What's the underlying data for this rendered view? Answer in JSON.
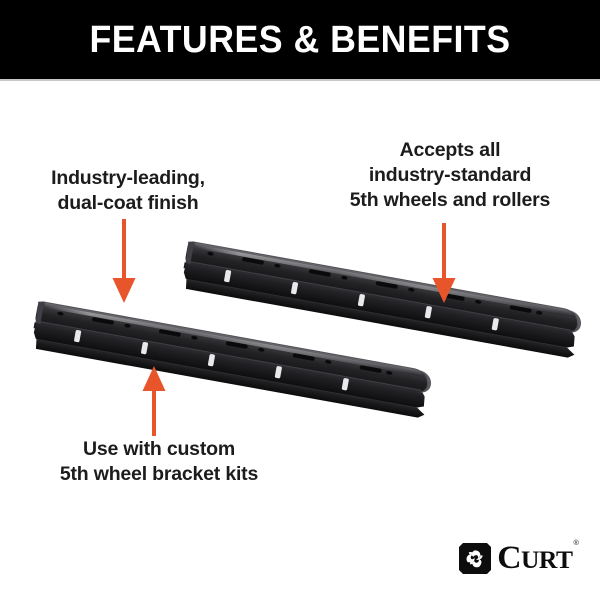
{
  "header": {
    "title": "FEATURES & BENEFITS",
    "background_color": "#000000",
    "text_color": "#ffffff"
  },
  "theme": {
    "accent_color": "#E8552A",
    "caption_color": "#1c1c1c",
    "page_background": "#ffffff",
    "product_color": "#2b2b2d"
  },
  "callouts": [
    {
      "id": "dual-coat",
      "text": "Industry-leading,\ndual-coat finish",
      "arrow": "arrow-down-dual-coat",
      "arrow_direction": "down"
    },
    {
      "id": "accepts",
      "text": "Accepts all\nindustry-standard\n5th wheels and rollers",
      "arrow": "arrow-down-accepts",
      "arrow_direction": "down"
    },
    {
      "id": "brackets",
      "text": "Use with custom\n5th wheel bracket kits",
      "arrow": "arrow-up-brackets",
      "arrow_direction": "up"
    }
  ],
  "product": {
    "name": "5th wheel rails",
    "count": 2,
    "description": "Two black steel 5th wheel mounting rails shown at an angle"
  },
  "logo": {
    "mark": "curt-pinwheel-icon",
    "wordmark_c": "C",
    "wordmark_rest": "URT",
    "trademark": "®"
  }
}
